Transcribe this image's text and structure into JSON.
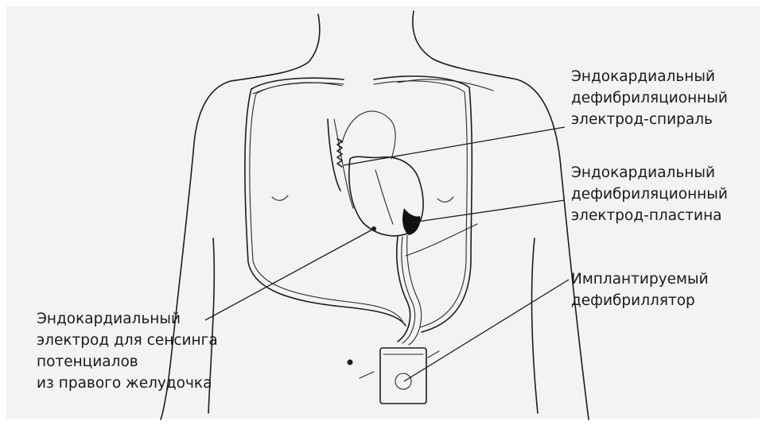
{
  "labels": {
    "spiral": [
      "Эндокардиальный",
      "дефибриляционный",
      "электрод-спираль"
    ],
    "plate": [
      "Эндокардиальный",
      "дефибриляционный",
      "электрод-пластина"
    ],
    "icd": [
      "Имплантируемый",
      "дефибриллятор"
    ],
    "sensing": [
      "Эндокардиальный",
      "электрод для сенсинга",
      "потенциалов",
      "из правого желудочка"
    ]
  },
  "colors": {
    "ink": "#1c1c1c",
    "panel": "#f3f3f3",
    "text": "#1a1a1a"
  }
}
